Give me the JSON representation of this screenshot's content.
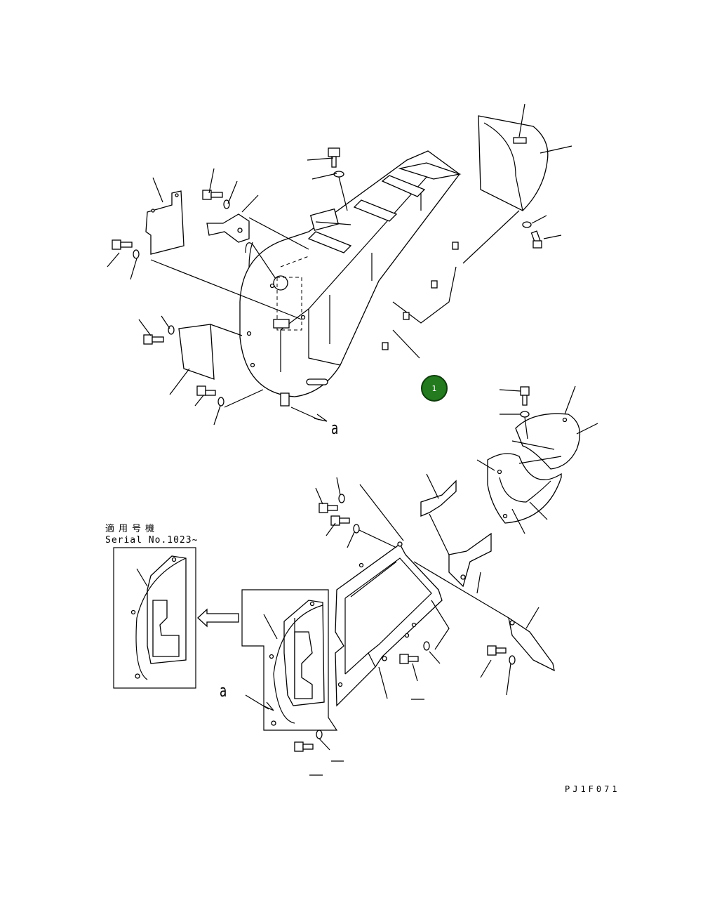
{
  "applicability": {
    "title": "適用号機",
    "serial": "Serial No.1023~"
  },
  "callouts": {
    "view_label_upper": "a",
    "view_label_lower": "a"
  },
  "marker": {
    "label": "1",
    "color": "#237a1f"
  },
  "drawing_code": "PJ1F071"
}
